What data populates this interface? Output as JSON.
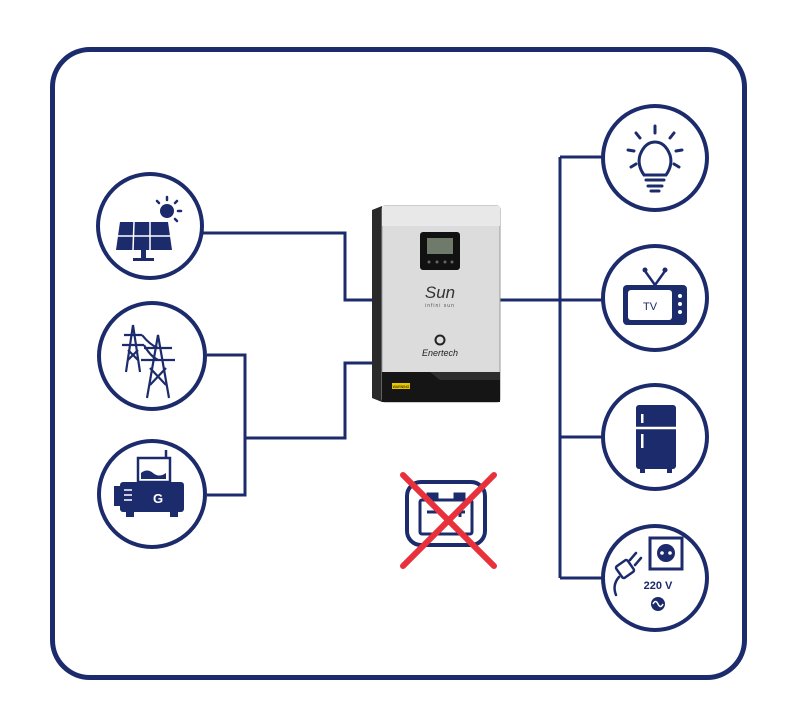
{
  "colors": {
    "navy": "#1c2b6b",
    "red": "#e8313a",
    "inverter_body": "#d9d9d9",
    "inverter_dark": "#1a1a1a"
  },
  "inverter": {
    "brand_script": "Sun",
    "brand_sub": "infini sun",
    "maker": "Enertech",
    "warning": "WARNING"
  },
  "inputs": [
    {
      "name": "solar-panel",
      "icon": "solar-panel-icon"
    },
    {
      "name": "power-grid",
      "icon": "transmission-tower-icon"
    },
    {
      "name": "generator",
      "icon": "generator-icon",
      "label": "G"
    }
  ],
  "outputs": [
    {
      "name": "lighting",
      "icon": "light-bulb-icon"
    },
    {
      "name": "television",
      "icon": "tv-icon",
      "label": "TV"
    },
    {
      "name": "refrigerator",
      "icon": "refrigerator-icon"
    },
    {
      "name": "socket",
      "icon": "socket-plug-icon",
      "label": "220 V"
    }
  ],
  "battery": {
    "icon": "battery-icon",
    "status": "not-required",
    "cross_icon": "cross-icon"
  }
}
